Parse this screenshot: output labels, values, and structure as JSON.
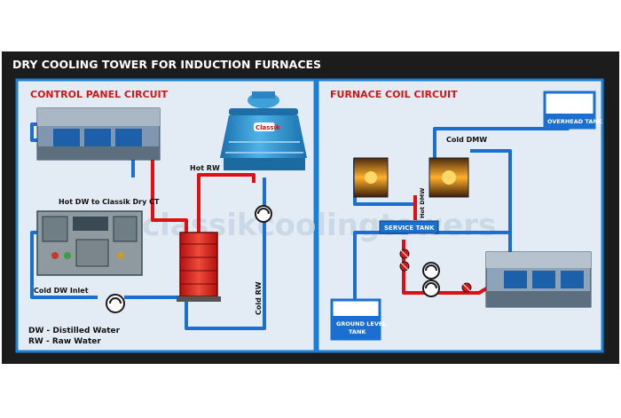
{
  "header": {
    "title": "DRY COOLING TOWER FOR INDUCTION FURNACES"
  },
  "sections": {
    "left_title": "CONTROL PANEL CIRCUIT",
    "right_title": "FURNACE COIL CIRCUIT"
  },
  "labels": {
    "hot_rw": "Hot RW",
    "hot_dw_to_ct": "Hot DW to Classik Dry CT",
    "cold_rw": "Cold RW",
    "cold_dw_inlet": "Cold DW Inlet",
    "cold_dmw": "Cold DMW",
    "hot_dmw": "Hot DMW",
    "service_tank": "SERVICE TANK",
    "overhead_tank": "OVERHEAD TANK",
    "ground_tank_line1": "GROUND LEVEL",
    "ground_tank_line2": "TANK",
    "tower_logo": "Classik",
    "watermark": "classikcoolingtowers"
  },
  "legend": {
    "dw": "DW -  Distilled Water",
    "rw": "RW -  Raw Water"
  },
  "colors": {
    "background": "#1c1c1c",
    "panel_bg": "#e3ecf4",
    "border": "#1b7fd2",
    "hot": "#e10e12",
    "cold": "#1a6fd0",
    "title_red": "#d31616",
    "tower": "#2a8fcf"
  }
}
